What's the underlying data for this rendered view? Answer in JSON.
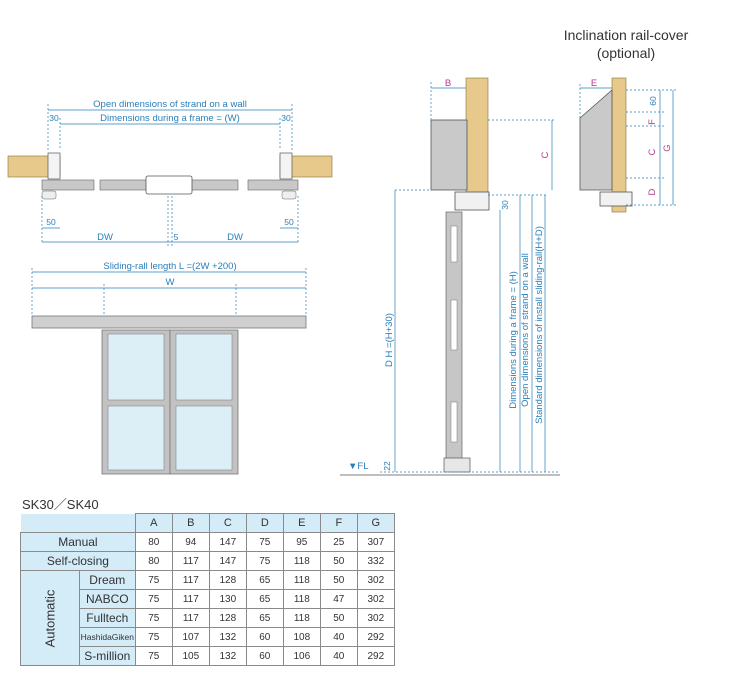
{
  "diagram": {
    "inclination_caption": [
      "Inclination rail-cover",
      "(optional)"
    ],
    "plan_labels": {
      "open_dim": "Open dimensions of strand on a wall",
      "frame_dim": "Dimensions during a frame = (W)",
      "left_30": "30",
      "right_30": "30",
      "left_50": "50",
      "right_50": "50",
      "dw_left": "DW",
      "five": "5",
      "dw_right": "DW"
    },
    "elevation_labels": {
      "rail_length": "Sliding-rall length L =(2W +200)",
      "w": "W"
    },
    "section_labels": {
      "b": "B",
      "c": "C",
      "thirty": "30",
      "dh": "D H =(H+30)",
      "frame_dim_h": "Dimensions during a frame = (H)",
      "open_dim_wall": "Open dimensions of strand on a wall",
      "standard_dim": "Standard dimensions of install sliding-rall(H+D)",
      "fl": "▼FL",
      "twenty_two": "22"
    },
    "cover_labels": {
      "e": "E",
      "sixty": "60",
      "f": "F",
      "c": "C",
      "d": "D",
      "g": "G"
    }
  },
  "table": {
    "model": "SK30／SK40",
    "headers": [
      "A",
      "B",
      "C",
      "D",
      "E",
      "F",
      "G"
    ],
    "group_label": "Automatic",
    "rows": [
      {
        "label": "Manual",
        "values": [
          "80",
          "94",
          "147",
          "75",
          "95",
          "25",
          "307"
        ]
      },
      {
        "label": "Self-closing",
        "values": [
          "80",
          "117",
          "147",
          "75",
          "118",
          "50",
          "332"
        ]
      },
      {
        "label": "Dream",
        "values": [
          "75",
          "117",
          "128",
          "65",
          "118",
          "50",
          "302"
        ]
      },
      {
        "label": "NABCO",
        "values": [
          "75",
          "117",
          "130",
          "65",
          "118",
          "47",
          "302"
        ]
      },
      {
        "label": "Fulltech",
        "values": [
          "75",
          "117",
          "128",
          "65",
          "118",
          "50",
          "302"
        ]
      },
      {
        "label": "HashidaGiken",
        "values": [
          "75",
          "107",
          "132",
          "60",
          "108",
          "40",
          "292"
        ]
      },
      {
        "label": "S-million",
        "values": [
          "75",
          "105",
          "132",
          "60",
          "106",
          "40",
          "292"
        ]
      }
    ]
  },
  "colors": {
    "wood": "#e6c98b",
    "dimension_blue": "#2a7fb8",
    "letter_pink": "#b03a8c",
    "table_header_bg": "#d4ebf8",
    "glass": "#dceef6",
    "frame_gray": "#b7b7b7"
  }
}
